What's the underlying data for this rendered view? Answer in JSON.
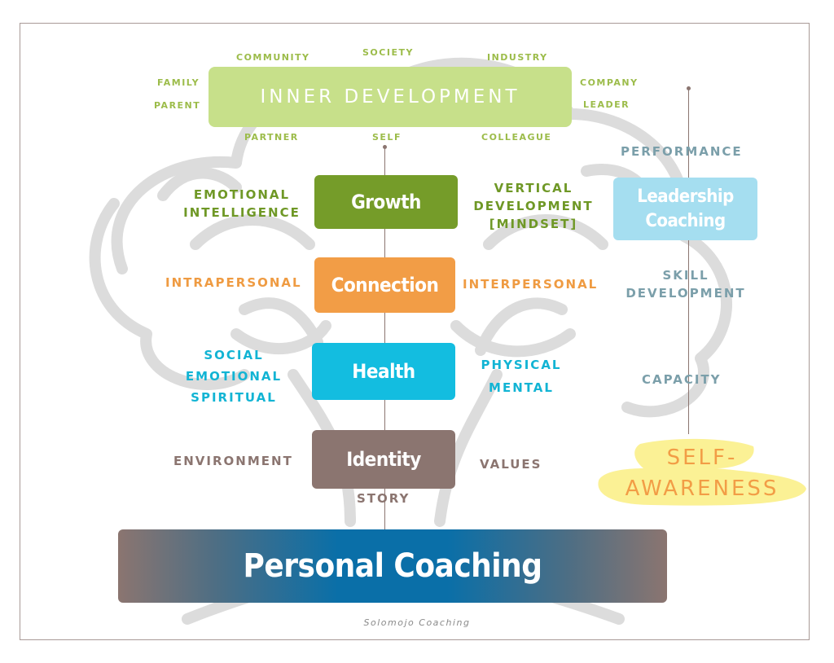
{
  "top": {
    "title": "INNER DEVELOPMENT",
    "around": {
      "community": "COMMUNITY",
      "society": "SOCIETY",
      "industry": "INDUSTRY",
      "family": "FAMILY",
      "parent": "PARENT",
      "company": "COMPANY",
      "leader": "LEADER",
      "partner": "PARTNER",
      "self": "SELF",
      "colleague": "COLLEAGUE"
    }
  },
  "levels": {
    "growth": {
      "label": "Growth",
      "left": [
        "EMOTIONAL",
        "INTELLIGENCE"
      ],
      "right": [
        "VERTICAL",
        "DEVELOPMENT",
        "[MINDSET]"
      ]
    },
    "connection": {
      "label": "Connection",
      "left": "INTRAPERSONAL",
      "right": "INTERPERSONAL"
    },
    "health": {
      "label": "Health",
      "left": [
        "SOCIAL",
        "EMOTIONAL",
        "SPIRITUAL"
      ],
      "right": [
        "PHYSICAL",
        "MENTAL"
      ]
    },
    "identity": {
      "label": "Identity",
      "left": "ENVIRONMENT",
      "right": "VALUES",
      "below": "STORY"
    }
  },
  "leadership": {
    "label_line1": "Leadership",
    "label_line2": "Coaching",
    "performance": "PERFORMANCE",
    "skill": [
      "SKILL",
      "DEVELOPMENT"
    ],
    "capacity": "CAPACITY",
    "self_awareness": [
      "SELF-",
      "AWARENESS"
    ]
  },
  "base": {
    "label": "Personal Coaching"
  },
  "footer": "Solomojo Coaching",
  "colors": {
    "inner_development": "#c7e08a",
    "growth": "#759c29",
    "connection": "#f29d46",
    "health": "#13bde0",
    "identity": "#8b7570",
    "leadership": "#a5def0",
    "highlight": "#fbef8a",
    "base_center": "#0a6fa8",
    "base_edge": "#8b7570"
  }
}
